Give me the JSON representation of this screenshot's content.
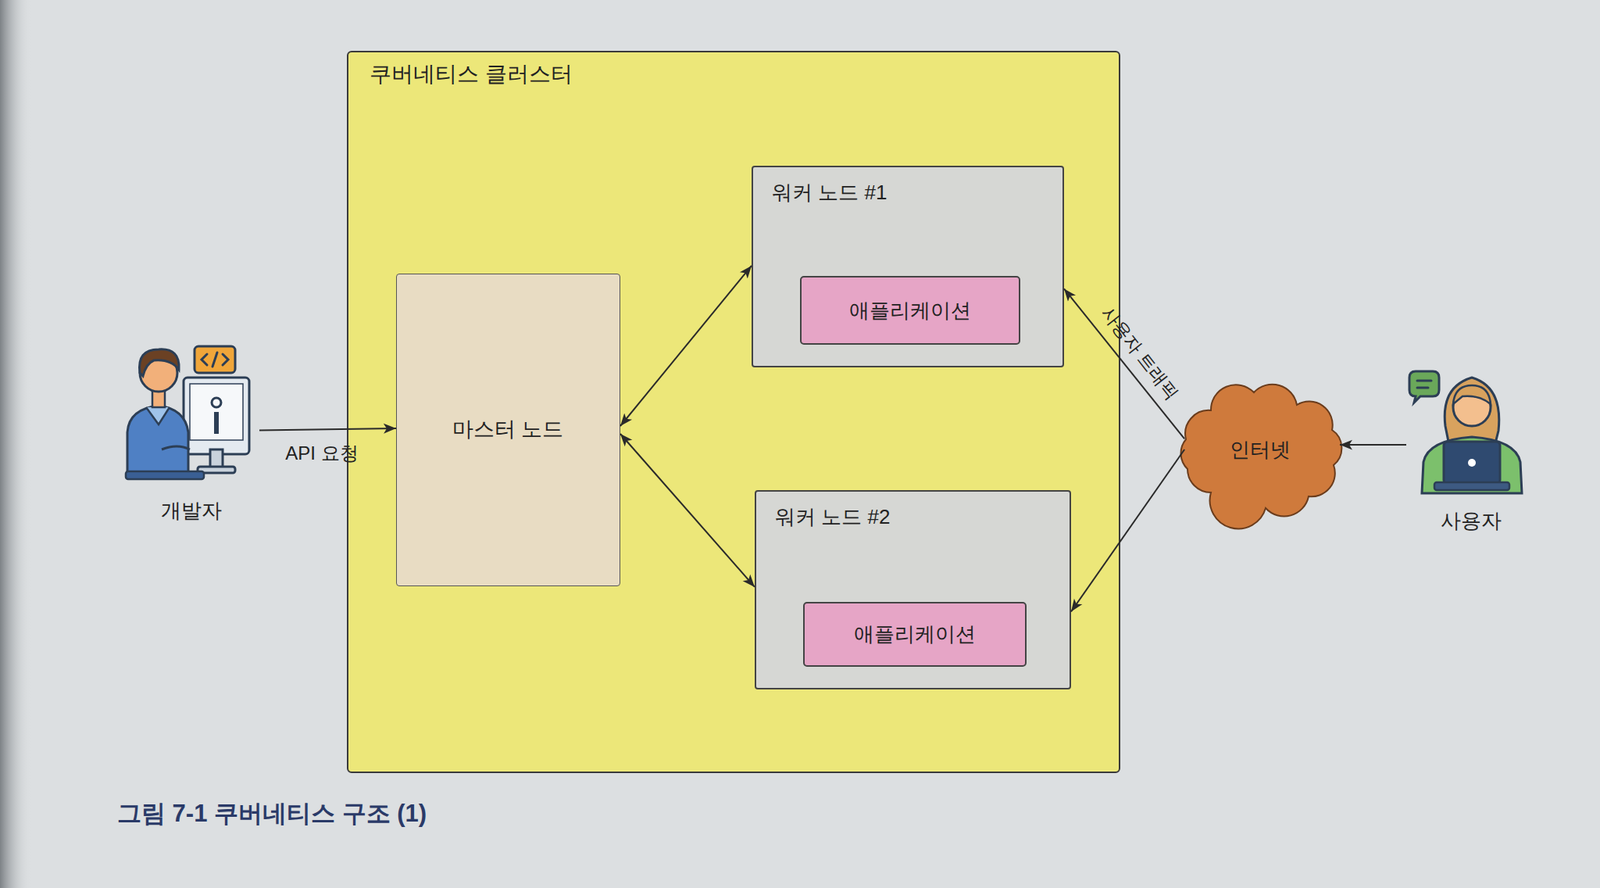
{
  "diagram": {
    "caption": "그림 7-1 쿠버네티스 구조 (1)",
    "nodes": [
      {
        "text": [
          "개발자"
        ]
      },
      {
        "text": [
          "쿠버네티스 클러스터"
        ]
      },
      {
        "text": [
          "마스터 노드"
        ],
        "in": 1
      },
      {
        "text": [
          "워커 노드 #1"
        ],
        "in": 1
      },
      {
        "text": [
          "애플리케이션"
        ],
        "in": 3
      },
      {
        "text": [
          "워커 노드 #2"
        ],
        "in": 1
      },
      {
        "text": [
          "애플리케이션"
        ],
        "in": 5
      },
      {
        "text": [
          "인터넷"
        ]
      },
      {
        "text": [
          "사용자"
        ]
      }
    ],
    "edges": [
      {
        "from": 0,
        "to": 2,
        "label": "API 요청",
        "arrow": "to"
      },
      {
        "from": 2,
        "to": 3,
        "arrow": "both"
      },
      {
        "from": 2,
        "to": 5,
        "arrow": "both"
      },
      {
        "from": 8,
        "to": 7,
        "arrow": "to"
      },
      {
        "from": 7,
        "to": 3,
        "label": "사용자 트래픽",
        "arrow": "to"
      },
      {
        "from": 7,
        "to": 5,
        "arrow": "to"
      }
    ]
  }
}
